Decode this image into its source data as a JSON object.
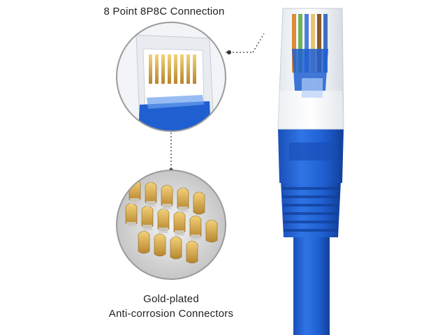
{
  "captions": {
    "connection": "8 Point 8P8C Connection",
    "plating_line1": "Gold-plated",
    "plating_line2": "Anti-corrosion Connectors"
  },
  "colors": {
    "cable_blue": "#1f5fd0",
    "cable_dark": "#123f9a",
    "gold": "#d9a84a",
    "circle_border": "#9a9a9a"
  }
}
